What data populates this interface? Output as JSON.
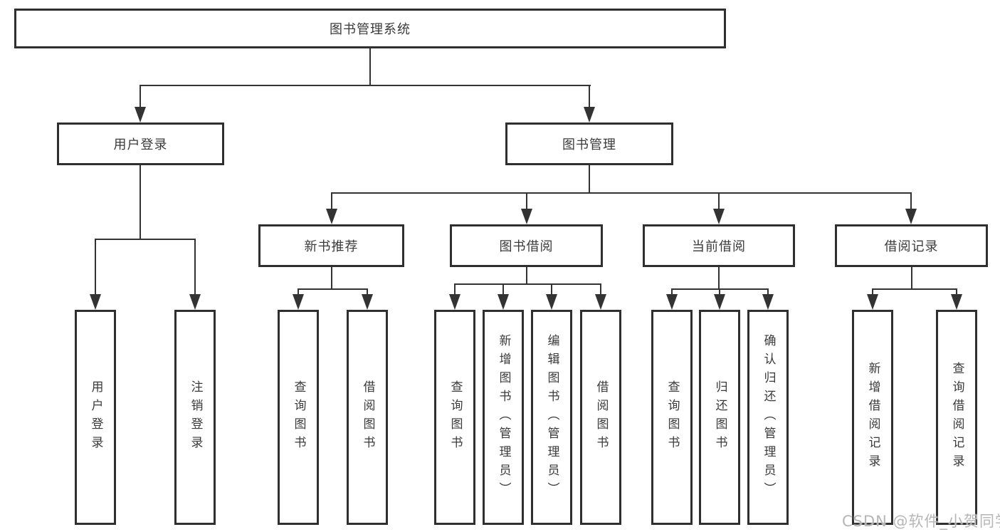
{
  "diagram": {
    "title": "图书管理系统",
    "watermark": "CSDN @软件_小贺同学",
    "colors": {
      "line": "#333333",
      "border": "#2f2f2f",
      "text": "#3a3a3a",
      "background": "#ffffff",
      "watermark": "#b2b2b2"
    },
    "nodes": {
      "root": {
        "label": "图书管理系统"
      },
      "user_login": {
        "label": "用户登录"
      },
      "book_manage": {
        "label": "图书管理"
      },
      "new_book_rec": {
        "label": "新书推荐"
      },
      "book_borrow": {
        "label": "图书借阅"
      },
      "current_borrow": {
        "label": "当前借阅"
      },
      "borrow_record": {
        "label": "借阅记录"
      },
      "leaf_user_login": {
        "label": "用户登录"
      },
      "leaf_logout": {
        "label": "注销登录"
      },
      "leaf_query_book_1": {
        "label": "查询图书"
      },
      "leaf_borrow_book_1": {
        "label": "借阅图书"
      },
      "leaf_query_book_2": {
        "label": "查询图书"
      },
      "leaf_add_book": {
        "label": "新增图书（管理员）"
      },
      "leaf_edit_book": {
        "label": "编辑图书（管理员）"
      },
      "leaf_borrow_book_2": {
        "label": "借阅图书"
      },
      "leaf_query_book_3": {
        "label": "查询图书"
      },
      "leaf_return_book": {
        "label": "归还图书"
      },
      "leaf_confirm_return": {
        "label": "确认归还（管理员）"
      },
      "leaf_add_record": {
        "label": "新增借阅记录"
      },
      "leaf_query_record": {
        "label": "查询借阅记录"
      }
    },
    "edges": [
      {
        "from": "图书管理系统",
        "to": "用户登录"
      },
      {
        "from": "图书管理系统",
        "to": "图书管理"
      },
      {
        "from": "用户登录",
        "to": "用户登录"
      },
      {
        "from": "用户登录",
        "to": "注销登录"
      },
      {
        "from": "图书管理",
        "to": "新书推荐"
      },
      {
        "from": "图书管理",
        "to": "图书借阅"
      },
      {
        "from": "图书管理",
        "to": "当前借阅"
      },
      {
        "from": "图书管理",
        "to": "借阅记录"
      },
      {
        "from": "新书推荐",
        "to": "查询图书"
      },
      {
        "from": "新书推荐",
        "to": "借阅图书"
      },
      {
        "from": "图书借阅",
        "to": "查询图书"
      },
      {
        "from": "图书借阅",
        "to": "新增图书（管理员）"
      },
      {
        "from": "图书借阅",
        "to": "编辑图书（管理员）"
      },
      {
        "from": "图书借阅",
        "to": "借阅图书"
      },
      {
        "from": "当前借阅",
        "to": "查询图书"
      },
      {
        "from": "当前借阅",
        "to": "归还图书"
      },
      {
        "from": "当前借阅",
        "to": "确认归还（管理员）"
      },
      {
        "from": "借阅记录",
        "to": "新增借阅记录"
      },
      {
        "from": "借阅记录",
        "to": "查询借阅记录"
      }
    ]
  }
}
